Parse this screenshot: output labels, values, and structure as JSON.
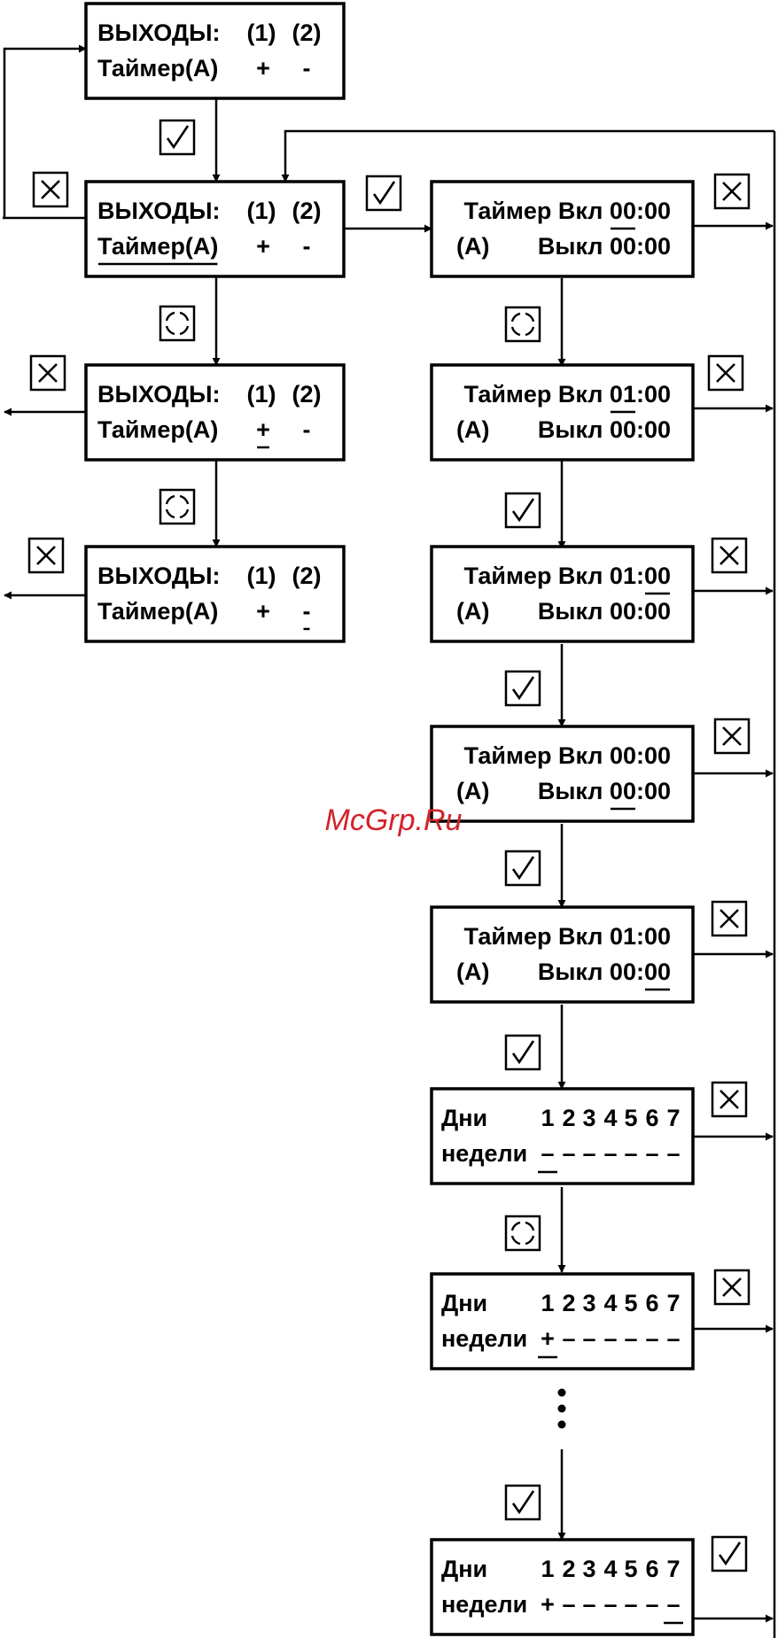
{
  "watermark": "McGrp.Ru",
  "left_screens": [
    {
      "line1": [
        {
          "t": "ВЫХОДЫ:"
        },
        {
          "t": "(1)"
        },
        {
          "t": "(2)"
        }
      ],
      "line2": [
        {
          "t": "Таймер(А)"
        },
        {
          "t": "+"
        },
        {
          "t": "-"
        }
      ]
    },
    {
      "line1": [
        {
          "t": "ВЫХОДЫ:"
        },
        {
          "t": "(1)"
        },
        {
          "t": "(2)"
        }
      ],
      "line2": [
        {
          "t": "Таймер(А)",
          "u": true
        },
        {
          "t": "+"
        },
        {
          "t": "-"
        }
      ]
    },
    {
      "line1": [
        {
          "t": "ВЫХОДЫ:"
        },
        {
          "t": "(1)"
        },
        {
          "t": "(2)"
        }
      ],
      "line2": [
        {
          "t": "Таймер(А)"
        },
        {
          "t": "+",
          "u": true
        },
        {
          "t": "-"
        }
      ]
    },
    {
      "line1": [
        {
          "t": "ВЫХОДЫ:"
        },
        {
          "t": "(1)"
        },
        {
          "t": "(2)"
        }
      ],
      "line2": [
        {
          "t": "Таймер(А)"
        },
        {
          "t": "+"
        },
        {
          "t": "-",
          "u": true
        }
      ]
    }
  ],
  "timer_screens": [
    {
      "line1": [
        {
          "t": "Таймер Вкл "
        },
        {
          "t": "00",
          "u": true
        },
        {
          "t": ":00"
        }
      ],
      "line2": [
        {
          "t": "(А)"
        },
        {
          "t": "Выкл 00:00"
        }
      ]
    },
    {
      "line1": [
        {
          "t": "Таймер Вкл "
        },
        {
          "t": "01",
          "u": true
        },
        {
          "t": ":00"
        }
      ],
      "line2": [
        {
          "t": "(А)"
        },
        {
          "t": "Выкл 00:00"
        }
      ]
    },
    {
      "line1": [
        {
          "t": "Таймер Вкл 01:"
        },
        {
          "t": "00",
          "u": true
        }
      ],
      "line2": [
        {
          "t": "(А)"
        },
        {
          "t": "Выкл 00:00"
        }
      ]
    },
    {
      "line1": [
        {
          "t": "Таймер Вкл 00:00"
        }
      ],
      "line2": [
        {
          "t": "(А)"
        },
        {
          "t": "Выкл "
        },
        {
          "t": "00",
          "u": true
        },
        {
          "t": ":00"
        }
      ]
    },
    {
      "line1": [
        {
          "t": "Таймер Вкл 01:00"
        }
      ],
      "line2": [
        {
          "t": "(А)"
        },
        {
          "t": "Выкл 00:"
        },
        {
          "t": "00",
          "u": true
        }
      ]
    }
  ],
  "day_screens": [
    {
      "label1": "Дни",
      "days": "1234567",
      "label2": "недели",
      "marks": [
        "–",
        "–",
        "–",
        "–",
        "–",
        "–",
        "–"
      ],
      "cursor": 0
    },
    {
      "label1": "Дни",
      "days": "1234567",
      "label2": "недели",
      "marks": [
        "+",
        "–",
        "–",
        "–",
        "–",
        "–",
        "–"
      ],
      "cursor": 0
    },
    {
      "label1": "Дни",
      "days": "1234567",
      "label2": "недели",
      "marks": [
        "+",
        "–",
        "–",
        "–",
        "–",
        "–",
        "–"
      ],
      "cursor": 6
    }
  ],
  "key_icons": {
    "ok": "check-key-icon",
    "cancel": "cross-key-icon",
    "select": "rotate-key-icon"
  },
  "colors": {
    "line": "#000000",
    "watermark": "#d2232a",
    "background": "#ffffff"
  }
}
